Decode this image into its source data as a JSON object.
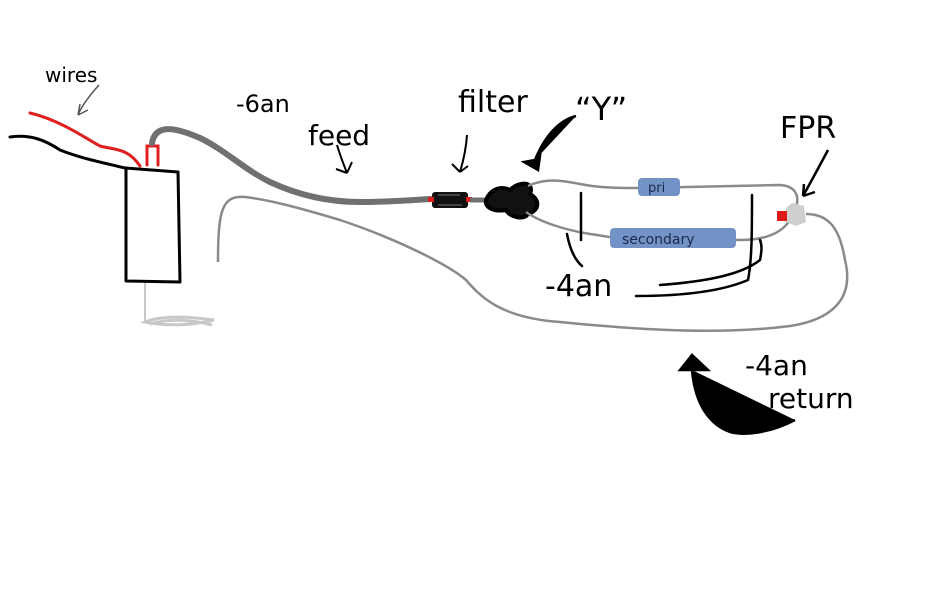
{
  "labels": {
    "wires": "wires",
    "feed_size": "-6an",
    "feed": "feed",
    "filter": "filter",
    "y_fitting": "“Y”",
    "fpr": "FPR",
    "branch_size": "-4an",
    "return_size": "-4an",
    "return": "return",
    "primary_rail": "pri",
    "secondary_rail": "secondary"
  },
  "colors": {
    "ink": "#000000",
    "wire": "#e02020",
    "feed_line": "#707070",
    "line": "#8a8a8a",
    "rail": "#7393c6",
    "pickup": "#c8c8c8",
    "fpr_body": "#cfcfcf",
    "fpr_port": "#e01818"
  }
}
